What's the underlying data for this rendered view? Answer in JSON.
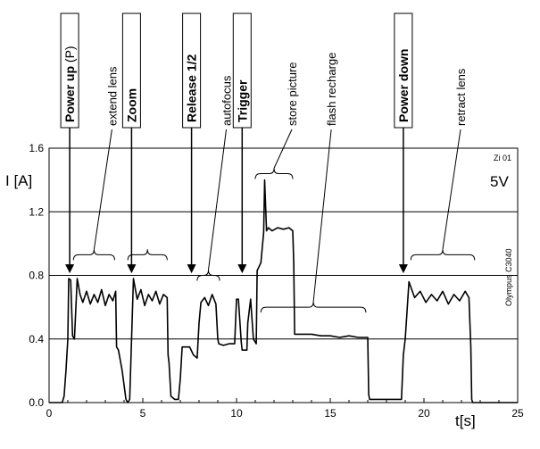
{
  "chart_data": {
    "type": "line",
    "ylabel": "I [A]",
    "xlabel": "t[s]",
    "xlim": [
      0,
      25
    ],
    "ylim": [
      0,
      1.6
    ],
    "xticks": [
      0,
      5,
      10,
      15,
      20,
      25
    ],
    "yticks": [
      0.0,
      0.4,
      0.8,
      1.2,
      1.6
    ],
    "ytick_labels": [
      "0.0",
      "0.4",
      "0.8",
      "1.2",
      "1.6"
    ],
    "grid": "horizontal",
    "series": [
      {
        "x": [
          0.0,
          0.7,
          0.8,
          0.9,
          1.0,
          1.05,
          1.15,
          1.25,
          1.35,
          1.5,
          1.65,
          1.8,
          2.0,
          2.2,
          2.4,
          2.6,
          2.8,
          3.0,
          3.2,
          3.4,
          3.55,
          3.6,
          3.7,
          3.9,
          4.1,
          4.2,
          4.3,
          4.4,
          4.5,
          4.7,
          4.9,
          5.1,
          5.3,
          5.5,
          5.7,
          5.9,
          6.1,
          6.3,
          6.35,
          6.4,
          6.5,
          6.7,
          6.9,
          7.0,
          7.1,
          7.3,
          7.5,
          7.7,
          7.9,
          8.0,
          8.1,
          8.3,
          8.5,
          8.7,
          8.9,
          9.0,
          9.05,
          9.3,
          9.6,
          9.8,
          9.9,
          10.0,
          10.1,
          10.25,
          10.3,
          10.55,
          10.6,
          10.75,
          10.9,
          11.05,
          11.1,
          11.3,
          11.45,
          11.5,
          11.6,
          11.7,
          11.9,
          12.2,
          12.5,
          12.8,
          13.0,
          13.05,
          13.1,
          13.5,
          14.0,
          14.5,
          15.0,
          15.5,
          16.0,
          16.5,
          17.0,
          17.05,
          17.1,
          18.0,
          18.8,
          18.9,
          19.0,
          19.2,
          19.5,
          19.8,
          20.1,
          20.4,
          20.7,
          21.0,
          21.3,
          21.6,
          21.9,
          22.2,
          22.4,
          22.5,
          22.55,
          22.6,
          23.0,
          24.0,
          25.0
        ],
        "y": [
          0.0,
          0.0,
          0.04,
          0.2,
          0.4,
          0.78,
          0.77,
          0.42,
          0.4,
          0.78,
          0.68,
          0.63,
          0.7,
          0.62,
          0.68,
          0.63,
          0.71,
          0.61,
          0.68,
          0.64,
          0.7,
          0.35,
          0.33,
          0.2,
          0.02,
          0.0,
          0.02,
          0.4,
          0.78,
          0.65,
          0.71,
          0.61,
          0.68,
          0.64,
          0.7,
          0.62,
          0.68,
          0.66,
          0.3,
          0.25,
          0.04,
          0.02,
          0.02,
          0.15,
          0.35,
          0.35,
          0.35,
          0.3,
          0.28,
          0.5,
          0.63,
          0.66,
          0.61,
          0.68,
          0.62,
          0.4,
          0.37,
          0.36,
          0.37,
          0.37,
          0.37,
          0.65,
          0.65,
          0.38,
          0.33,
          0.33,
          0.5,
          0.65,
          0.4,
          0.37,
          0.83,
          0.88,
          1.07,
          1.4,
          1.08,
          1.1,
          1.08,
          1.1,
          1.09,
          1.1,
          1.08,
          0.88,
          0.43,
          0.43,
          0.43,
          0.42,
          0.42,
          0.41,
          0.42,
          0.41,
          0.41,
          0.05,
          0.02,
          0.02,
          0.02,
          0.3,
          0.4,
          0.76,
          0.66,
          0.7,
          0.63,
          0.68,
          0.64,
          0.7,
          0.62,
          0.68,
          0.64,
          0.7,
          0.66,
          0.35,
          0.02,
          0.0,
          0.0,
          0.0,
          0.0
        ]
      }
    ],
    "annotations": {
      "events": [
        {
          "label": "Power up (P)",
          "x": 1.1,
          "y": 0.78,
          "bold_part": "Power up",
          "normal_part": " (P)"
        },
        {
          "label": "Zoom",
          "x": 4.4,
          "y": 0.78
        },
        {
          "label": "Release 1/2",
          "x": 7.6,
          "y": 0.78
        },
        {
          "label": "Trigger",
          "x": 10.3,
          "y": 0.78
        },
        {
          "label": "Power down",
          "x": 18.9,
          "y": 0.78
        }
      ],
      "phases": [
        {
          "label": "extend lens",
          "x1": 1.3,
          "x2": 3.5,
          "y": 0.93
        },
        {
          "label": "autofocus",
          "x1": 7.9,
          "x2": 9.1,
          "y": 0.8
        },
        {
          "label": "store picture",
          "x1": 11.0,
          "x2": 13.0,
          "y": 1.44
        },
        {
          "label": "flash recharge",
          "x1": 11.3,
          "x2": 16.9,
          "y": 0.6
        },
        {
          "label": "retract lens",
          "x1": 19.3,
          "x2": 22.7,
          "y": 0.93
        },
        {
          "label": "",
          "x1": 4.2,
          "x2": 6.3,
          "y": 0.93
        }
      ],
      "notes": {
        "top_small": "Zi 01",
        "voltage": "5V",
        "device": "Olympus C3040"
      }
    }
  }
}
